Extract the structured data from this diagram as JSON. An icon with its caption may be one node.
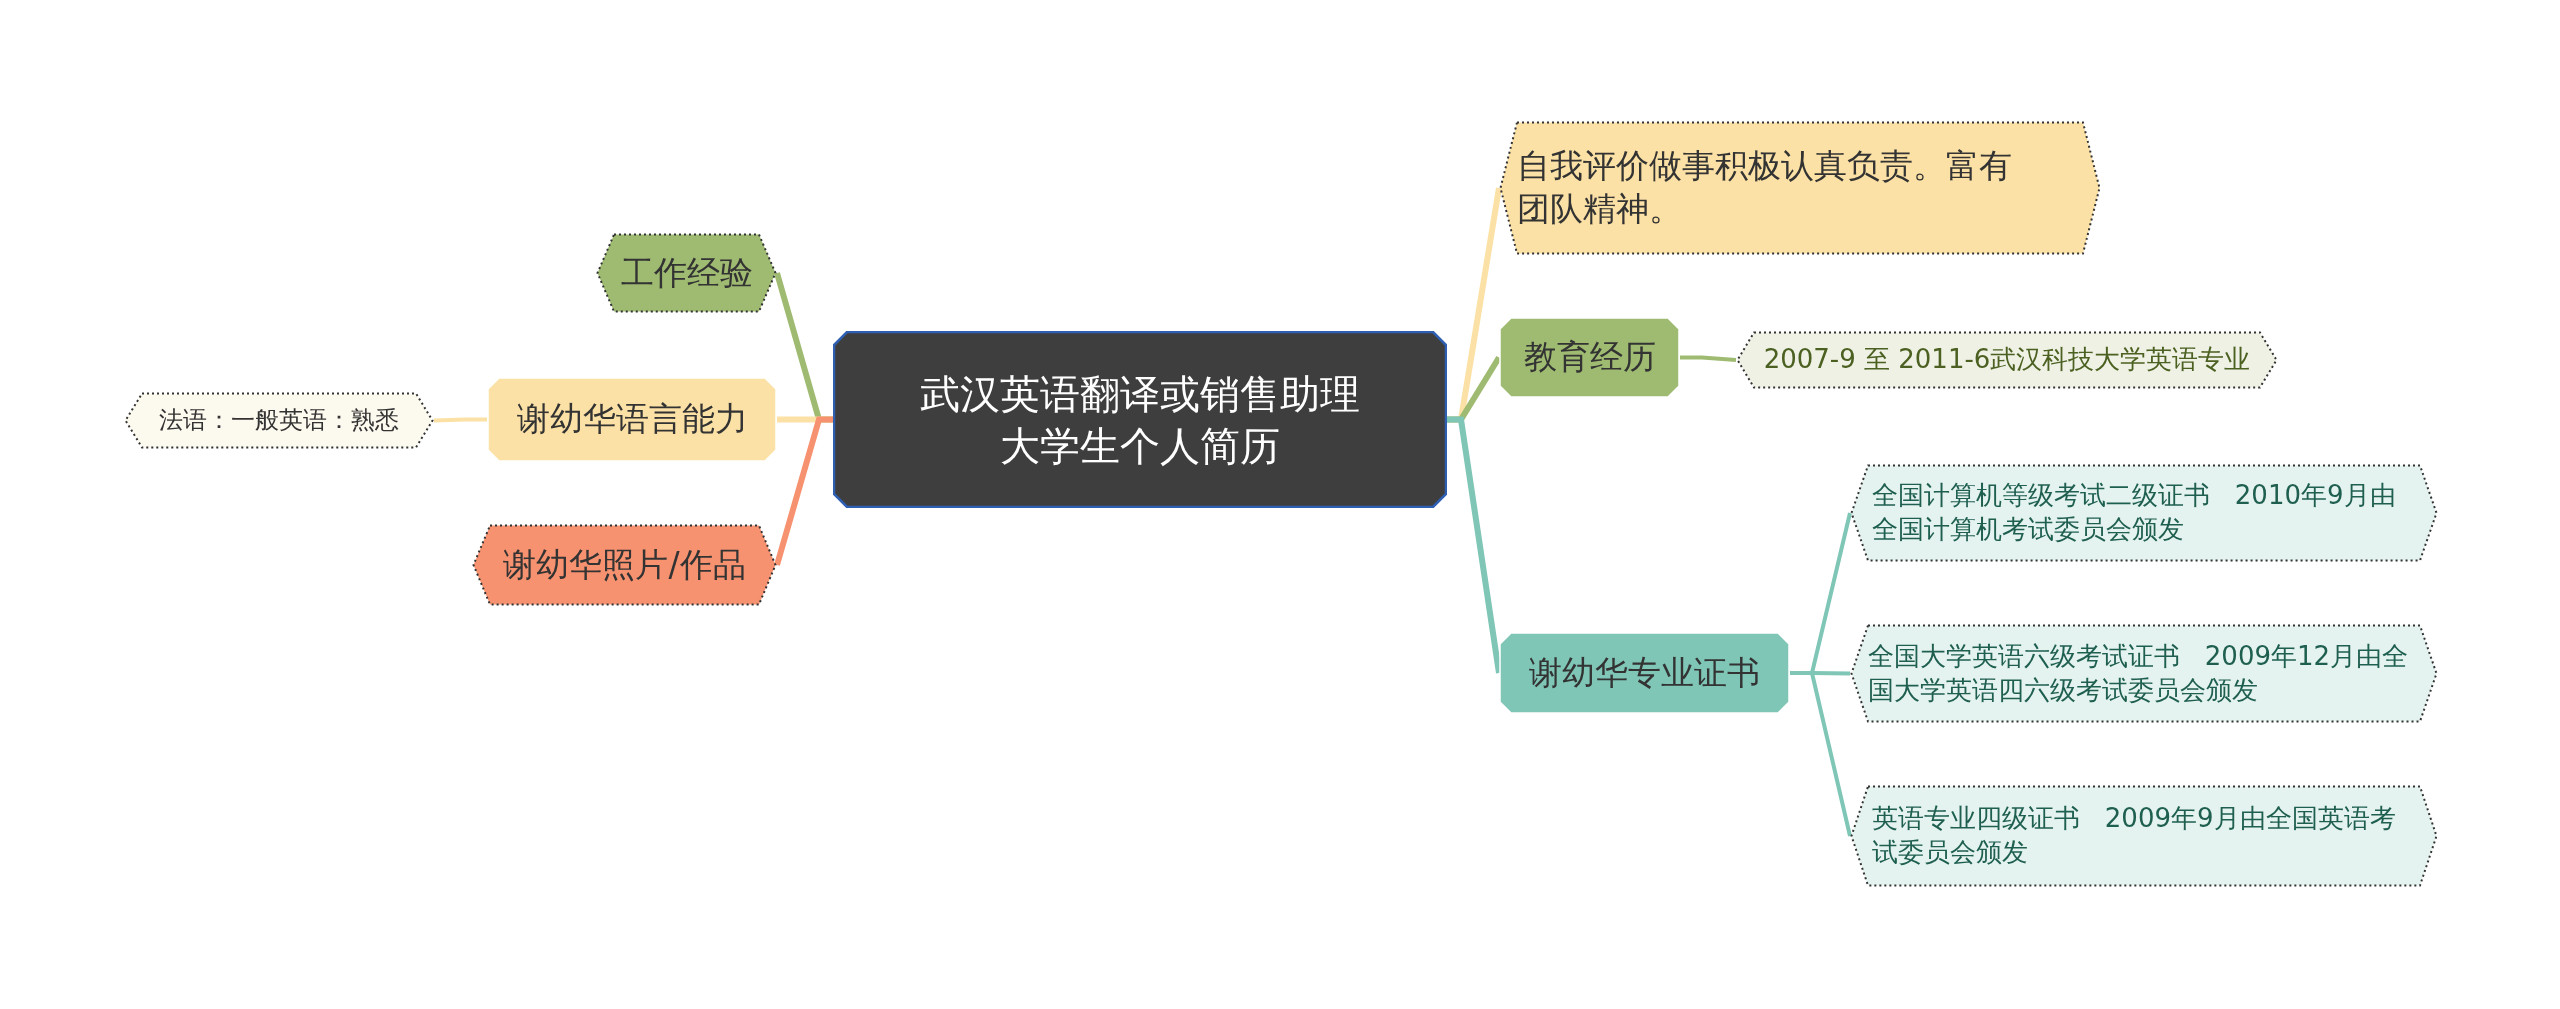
{
  "diagram": {
    "nodes": [
      {
        "text": [
          "武汉英语翻译或销售助理大学生个人简历"
        ]
      },
      {
        "text": [
          "工作经验"
        ]
      },
      {
        "text": [
          "谢幼华语言能力"
        ]
      },
      {
        "text": [
          "法语：一般英语：熟悉"
        ]
      },
      {
        "text": [
          "谢幼华照片/作品"
        ]
      },
      {
        "text": [
          "自我评价做事积极认真负责。富有团队精神。"
        ]
      },
      {
        "text": [
          "教育经历"
        ]
      },
      {
        "text": [
          "2007-9 至 2011-6武汉科技大学英语专业"
        ]
      },
      {
        "text": [
          "谢幼华专业证书"
        ]
      },
      {
        "text": [
          "全国计算机等级考试二级证书   2010年9月由全国计算机考试委员会颁发"
        ]
      },
      {
        "text": [
          "全国大学英语六级考试证书   2009年12月由全国大学英语四六级考试委员会颁发"
        ]
      },
      {
        "text": [
          "英语专业四级证书   2009年9月由全国英语考试委员会颁发"
        ]
      }
    ],
    "edges": [
      {
        "from": 0,
        "to": 1,
        "arrow": "none",
        "color": "#9fbb72"
      },
      {
        "from": 0,
        "to": 2,
        "arrow": "none",
        "color": "#fbe1a5"
      },
      {
        "from": 2,
        "to": 3,
        "arrow": "none",
        "color": "#fbe1a5"
      },
      {
        "from": 0,
        "to": 4,
        "arrow": "none",
        "color": "#f79270"
      },
      {
        "from": 0,
        "to": 5,
        "arrow": "none",
        "color": "#fbe1a5"
      },
      {
        "from": 0,
        "to": 6,
        "arrow": "none",
        "color": "#9fbb72"
      },
      {
        "from": 6,
        "to": 7,
        "arrow": "none",
        "color": "#9fbb72"
      },
      {
        "from": 0,
        "to": 8,
        "arrow": "none",
        "color": "#7fc6b7"
      },
      {
        "from": 8,
        "to": 9,
        "arrow": "none",
        "color": "#7fc6b7"
      },
      {
        "from": 8,
        "to": 10,
        "arrow": "none",
        "color": "#7fc6b7"
      },
      {
        "from": 8,
        "to": 11,
        "arrow": "none",
        "color": "#7fc6b7"
      }
    ]
  }
}
